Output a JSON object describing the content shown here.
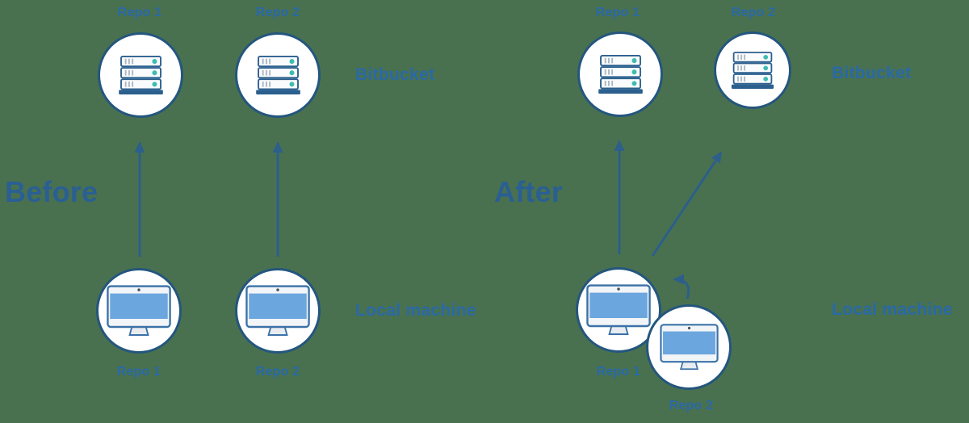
{
  "diagram": {
    "background_color": "#497150",
    "colors": {
      "heading": "#2a5f93",
      "label": "#2969a7",
      "arrow": "#2d5f8a",
      "circle_border": "#24567e",
      "server_accent_teal": "#3fbcb2",
      "screen_blue": "#6ca6de"
    },
    "before": {
      "heading": "Before",
      "bitbucket_label": "Bitbucket",
      "local_machine_label": "Local machine",
      "remote_repos": [
        {
          "label": "Repo 1"
        },
        {
          "label": "Repo 2"
        }
      ],
      "local_repos": [
        {
          "label": "Repo 1"
        },
        {
          "label": "Repo 2"
        }
      ]
    },
    "after": {
      "heading": "After",
      "bitbucket_label": "Bitbucket",
      "local_machine_label": "Local machine",
      "remote_repos": [
        {
          "label": "Repo 1"
        },
        {
          "label": "Repo 2"
        }
      ],
      "local_repos": [
        {
          "label": "Repo 1"
        },
        {
          "label": "Repo 2"
        }
      ]
    }
  }
}
